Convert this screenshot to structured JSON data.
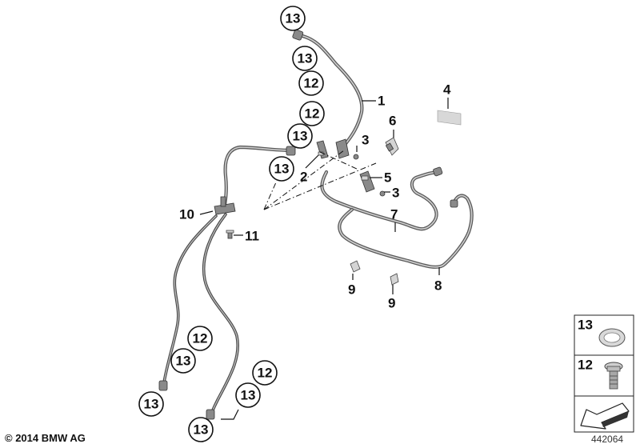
{
  "diagram": {
    "callouts": [
      "13",
      "13",
      "12",
      "12",
      "13",
      "13",
      "12",
      "13",
      "13",
      "12",
      "13",
      "13"
    ],
    "parts": [
      "1",
      "2",
      "3",
      "3",
      "4",
      "5",
      "6",
      "7",
      "8",
      "9",
      "9",
      "10",
      "11"
    ],
    "legend": [
      "13",
      "12"
    ]
  },
  "footer": {
    "copyright": "© 2014 BMW AG",
    "diagram_number": "442064"
  },
  "colors": {
    "line": "#111111",
    "pipe": "#5a5a5a"
  }
}
